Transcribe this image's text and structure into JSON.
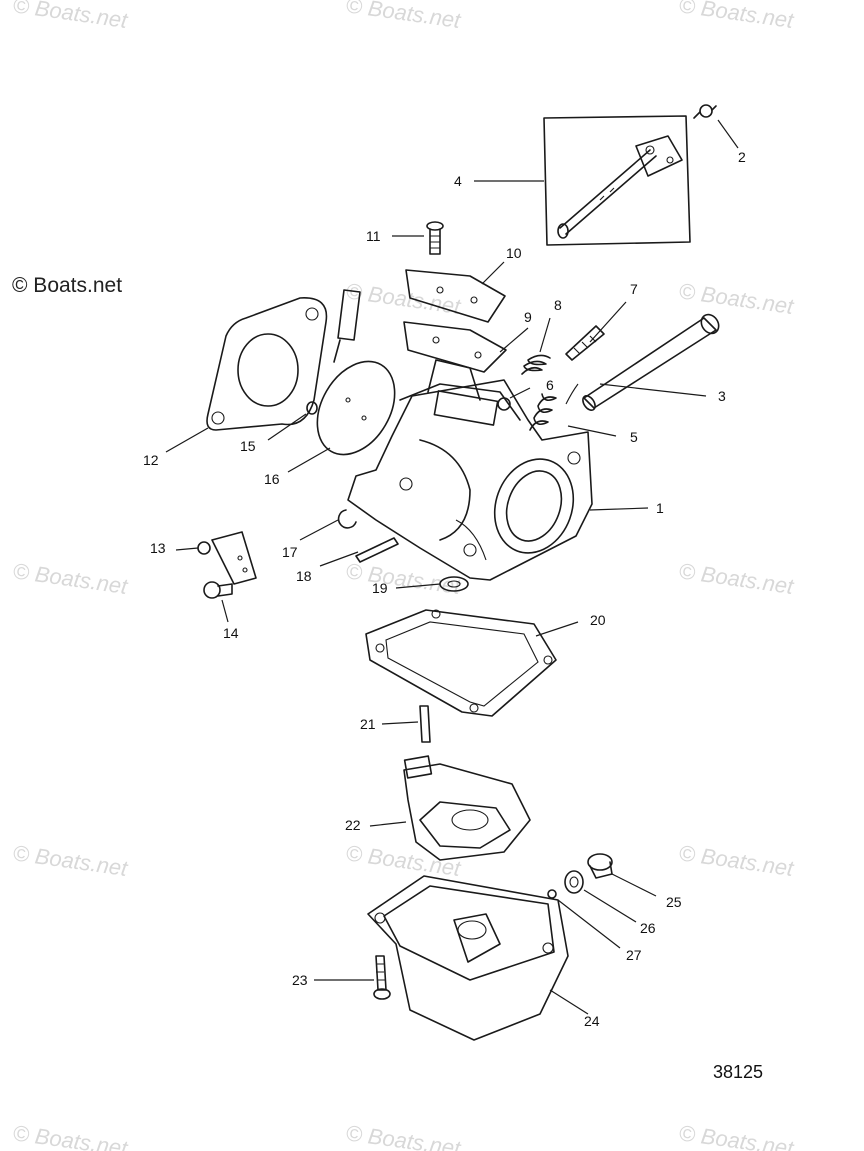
{
  "copyright": "© Boats.net",
  "watermark": "© Boats.net",
  "figure_id": "38125",
  "callouts": [
    "1",
    "2",
    "3",
    "4",
    "5",
    "6",
    "7",
    "8",
    "9",
    "10",
    "11",
    "12",
    "13",
    "14",
    "15",
    "16",
    "17",
    "18",
    "19",
    "20",
    "21",
    "22",
    "23",
    "24",
    "25",
    "26",
    "27"
  ],
  "colors": {
    "line": "#1a1a1a",
    "watermark": "#d8d8d8",
    "background": "#ffffff"
  }
}
